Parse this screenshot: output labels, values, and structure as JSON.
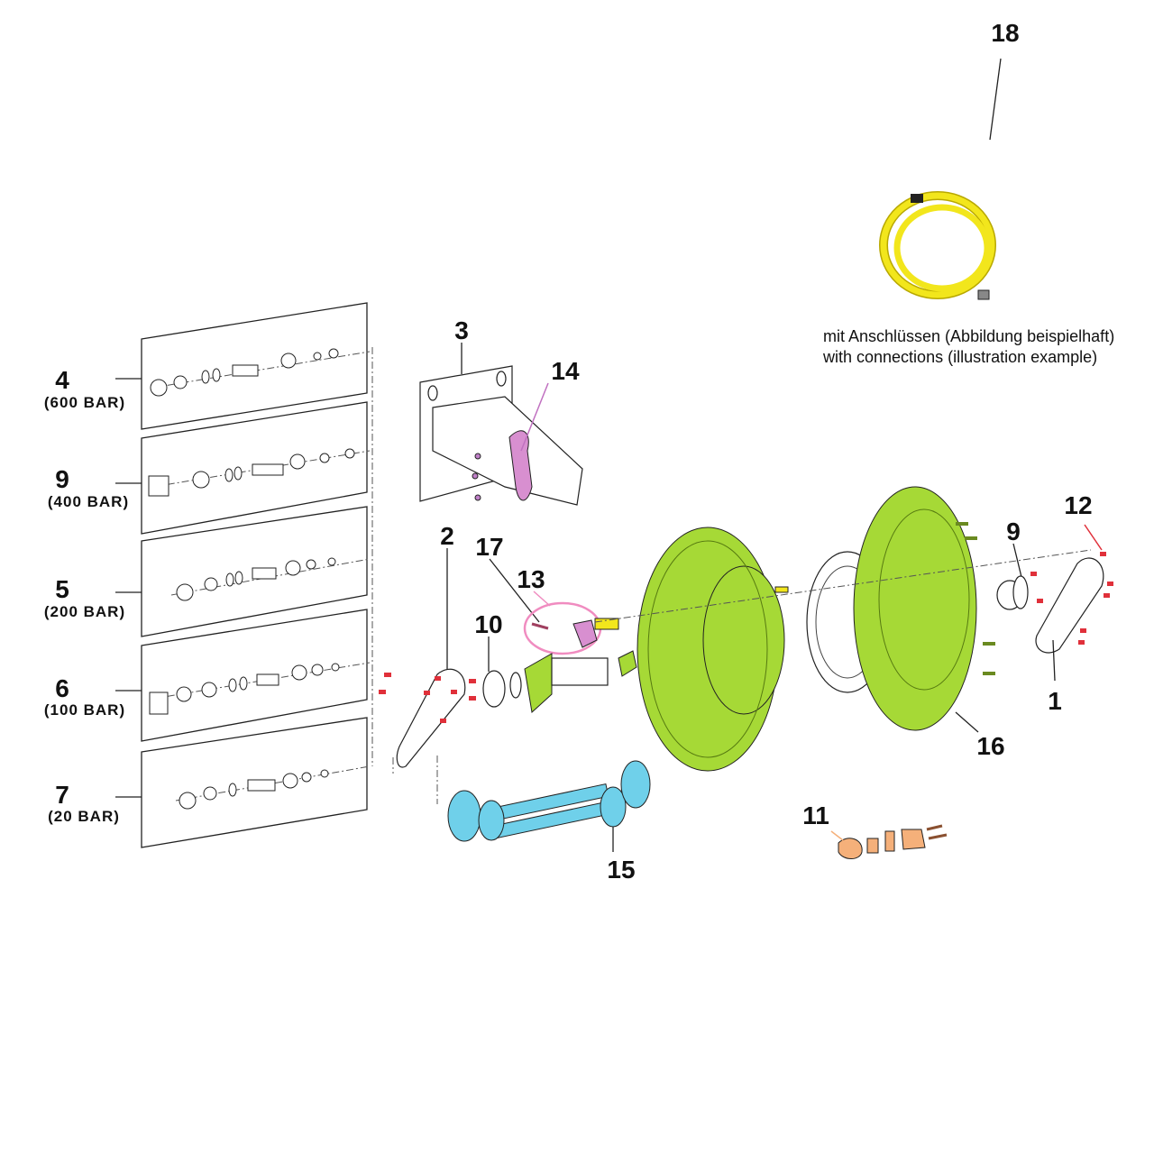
{
  "title": "Hose reel exploded parts diagram",
  "callouts": {
    "c1": "1",
    "c2": "2",
    "c3": "3",
    "c9": "9",
    "c10": "10",
    "c11": "11",
    "c12": "12",
    "c13": "13",
    "c14": "14",
    "c15": "15",
    "c16": "16",
    "c17": "17",
    "c18": "18"
  },
  "swivel_variants": [
    {
      "number": "4",
      "pressure": "(600 BAR)"
    },
    {
      "number": "9",
      "pressure": "(400 BAR)"
    },
    {
      "number": "5",
      "pressure": "(200 BAR)"
    },
    {
      "number": "6",
      "pressure": "(100 BAR)"
    },
    {
      "number": "7",
      "pressure": "(20 BAR)"
    }
  ],
  "hose_note": {
    "line1": "mit Anschlüssen (Abbildung beispielhaft)",
    "line2": "with connections (illustration example)"
  },
  "colors": {
    "reel_green": "#a6d936",
    "hose_yellow": "#f2e61c",
    "pawl_pink": "#d88fd0",
    "ring_pink": "#f08cc0",
    "frame_blue": "#6fd0ea",
    "crank_orange": "#f5b07a",
    "screw_red": "#e0303a"
  }
}
